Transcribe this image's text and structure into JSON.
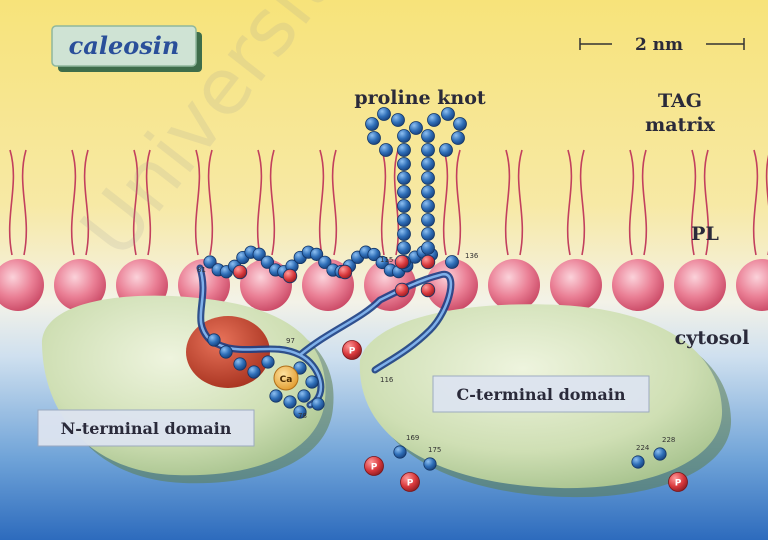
{
  "title_badge": "caleosin",
  "scale_bar": "2 nm",
  "labels": {
    "proline_knot": "proline knot",
    "tag_line1": "TAG",
    "tag_line2": "matrix",
    "pl": "PL",
    "cytosol": "cytosol",
    "n_domain": "N-terminal domain",
    "c_domain": "C-terminal domain",
    "ca": "Ca"
  },
  "watermark": "University",
  "residue_numbers": [
    "81",
    "115",
    "136",
    "97",
    "116",
    "78",
    "169",
    "175",
    "224",
    "228"
  ],
  "phospho_label": "P",
  "colors": {
    "tag_yellow": "#f6dc5a",
    "cytosol_blue": "#3f7fc6",
    "lipid_head": "#e56f86",
    "domain_green": "#c9dcb0",
    "bead_blue": "#2f6fb8",
    "phospho_red": "#d8383c"
  }
}
